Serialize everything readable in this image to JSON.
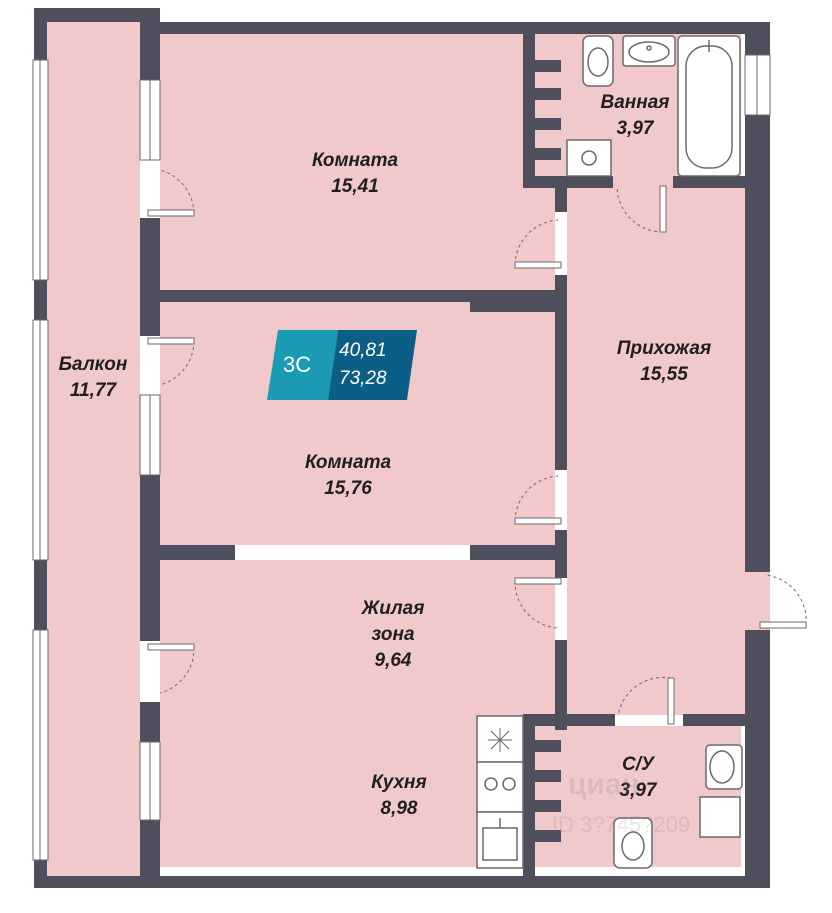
{
  "colors": {
    "floor": "#f2c9cb",
    "wall": "#4f4e5c",
    "badge_light": "#1a9bb3",
    "badge_dark": "#0b5f86",
    "fixture_fill": "#ffffff",
    "fixture_stroke": "#6a6a6a"
  },
  "badge": {
    "rooms": "3С",
    "living_area": "40,81",
    "total_area": "73,28"
  },
  "rooms": [
    {
      "id": "bedroom-1",
      "name": "Комната",
      "area": "15,41"
    },
    {
      "id": "bedroom-2",
      "name": "Комната",
      "area": "15,76"
    },
    {
      "id": "living",
      "name": "Жилая",
      "name2": "зона",
      "area": "9,64"
    },
    {
      "id": "kitchen",
      "name": "Кухня",
      "area": "8,98"
    },
    {
      "id": "hallway",
      "name": "Прихожая",
      "area": "15,55"
    },
    {
      "id": "bathroom",
      "name": "Ванная",
      "area": "3,97"
    },
    {
      "id": "wc",
      "name": "С/У",
      "area": "3,97"
    },
    {
      "id": "balcony",
      "name": "Балкон",
      "area": "11,77"
    }
  ],
  "watermark": {
    "brand": "циан",
    "id_text": "ID 3?745?209"
  }
}
